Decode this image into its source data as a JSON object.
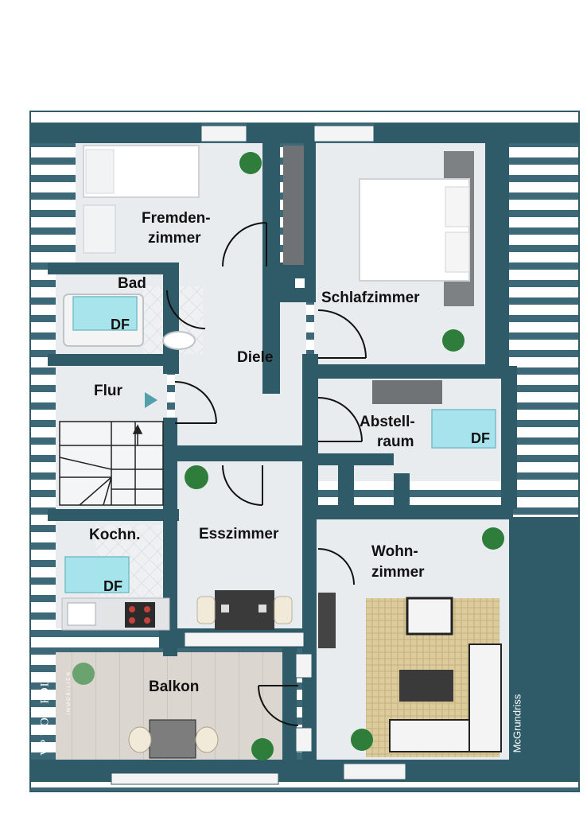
{
  "rooms": {
    "fremdenzimmer_line1": "Fremden-",
    "fremdenzimmer_line2": "zimmer",
    "schlafzimmer": "Schlafzimmer",
    "bad": "Bad",
    "bad_df": "DF",
    "diele": "Diele",
    "flur": "Flur",
    "abstellraum_line1": "Abstell-",
    "abstellraum_line2": "raum",
    "abstellraum_df": "DF",
    "kochnische": "Kochn.",
    "kochnische_df": "DF",
    "esszimmer": "Esszimmer",
    "wohnzimmer_line1": "Wohn-",
    "wohnzimmer_line2": "zimmer",
    "balkon": "Balkon"
  },
  "branding": {
    "logo_text": "VP VON POLL",
    "logo_sub": "IMMOBILIEN",
    "credit": "McGrundriss"
  },
  "colors": {
    "wall": "#2f5a68",
    "floor": "#e8ebee",
    "stripe": "#3a6675",
    "skylight": "#9fe0e8",
    "rug": "#d8c79a",
    "balcony": "#d9d4cf"
  }
}
